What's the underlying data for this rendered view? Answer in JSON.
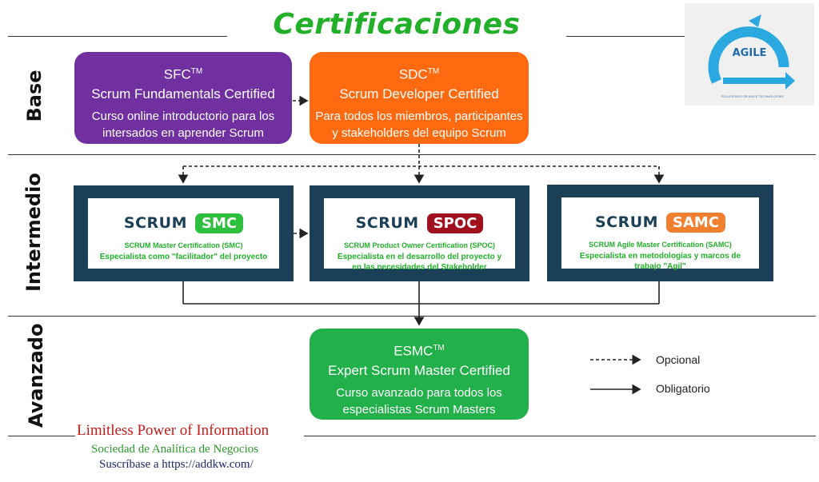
{
  "title": "Certificaciones SCRUM",
  "levels": {
    "base": "Base",
    "intermediate": "Intermedio",
    "advanced": "Avanzado"
  },
  "base": [
    {
      "code": "SFC",
      "tm": "TM",
      "name": "Scrum Fundamentals Certified",
      "desc_line1": "Curso online introductorio para los",
      "desc_line2": "intersados en aprender Scrum",
      "color": "#7030a0"
    },
    {
      "code": "SDC",
      "tm": "TM",
      "name": "Scrum Developer Certified",
      "desc_line1": "Para todos los miembros, participantes",
      "desc_line2": "y stakeholders del equipo Scrum",
      "color": "#ff6a10"
    }
  ],
  "intermediate": [
    {
      "scrum": "SCRUM",
      "badge": "SMC",
      "badge_color": "#2fbf3e",
      "subtitle": "SCRUM Master Certification (SMC)",
      "spec_line1": "Especialista como \"facilitador\" del proyecto",
      "spec_line2": ""
    },
    {
      "scrum": "SCRUM",
      "badge": "SPOC",
      "badge_color": "#a0101e",
      "subtitle": "SCRUM Product Owner Certification (SPOC)",
      "spec_line1": "Especialista en el desarrollo del proyecto y",
      "spec_line2": "en las necesidades del Stakeholder"
    },
    {
      "scrum": "SCRUM",
      "badge": "SAMC",
      "badge_color": "#f08030",
      "subtitle": "SCRUM Agile Master Certification (SAMC)",
      "spec_line1": "Especialista en metodologías y marcos de",
      "spec_line2": "trabajo \"Agil\""
    }
  ],
  "advanced": {
    "code": "ESMC",
    "tm": "TM",
    "name": "Expert Scrum Master Certified",
    "desc_line1": "Curso avanzado para todos los",
    "desc_line2": "especialistas Scrum Masters",
    "color": "#22b04a"
  },
  "legend": {
    "optional": "Opcional",
    "mandatory": "Obligatorio"
  },
  "logo": {
    "text": "AGILE",
    "tagline": "SOLUTIONS FOR AGILE TECHNOLOGIES",
    "color": "#2aa8e0"
  },
  "footer": {
    "line1": "Limitless Power of Information",
    "line2": "Sociedad de Analítica de Negocios",
    "line3": "Suscríbase a https://addkw.com/"
  }
}
